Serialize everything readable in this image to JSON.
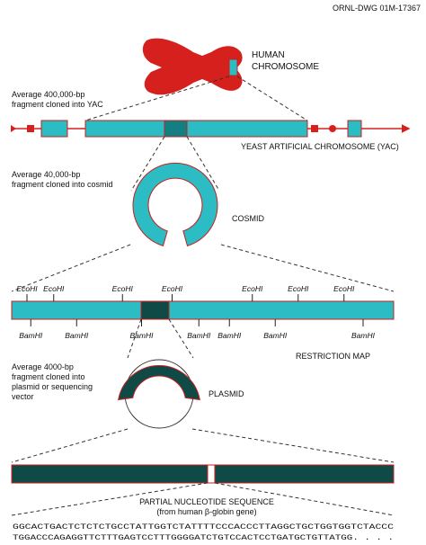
{
  "colors": {
    "teal": "#2bbcc4",
    "dark_teal": "#0f4a47",
    "red": "#d6201e",
    "outline": "#c8201c"
  },
  "drawing_id": "ORNL-DWG 01M-17367",
  "chromosome": {
    "line1": "HUMAN",
    "line2": "CHROMOSOME"
  },
  "yac": {
    "note_line1": "Average 400,000-bp",
    "note_line2": "fragment cloned into YAC",
    "label": "YEAST ARTIFICIAL CHROMOSOME (YAC)"
  },
  "cosmid": {
    "note_line1": "Average 40,000-bp",
    "note_line2": "fragment cloned into cosmid",
    "label": "COSMID"
  },
  "restriction_map": {
    "label": "RESTRICTION MAP",
    "top_enzyme": "EcoHI",
    "bottom_enzyme": "BamHI",
    "top_sites_bp": [
      4,
      11,
      29,
      42,
      63,
      75,
      87
    ],
    "bottom_sites_bp": [
      5,
      17,
      34,
      49,
      57,
      69,
      92
    ]
  },
  "plasmid": {
    "note_line1": "Average 4000-bp",
    "note_line2": "fragment cloned into",
    "note_line3": "plasmid or sequencing",
    "note_line4": "vector",
    "label": "PLASMID"
  },
  "sequence": {
    "title": "PARTIAL NUCLEOTIDE SEQUENCE",
    "subtitle": "(from human β-globin gene)",
    "line1": "GGCACTGACTCTCTCTGCCTATTGGTCTATTTTCCCACCCTTAGGCTGCTGGTGGTCTACCC",
    "line2": "TGGACCCAGAGGTTCTTTGAGTCCTTTGGGGATCTGTCCACTCCTGATGCTGTTATGG. . . ."
  }
}
